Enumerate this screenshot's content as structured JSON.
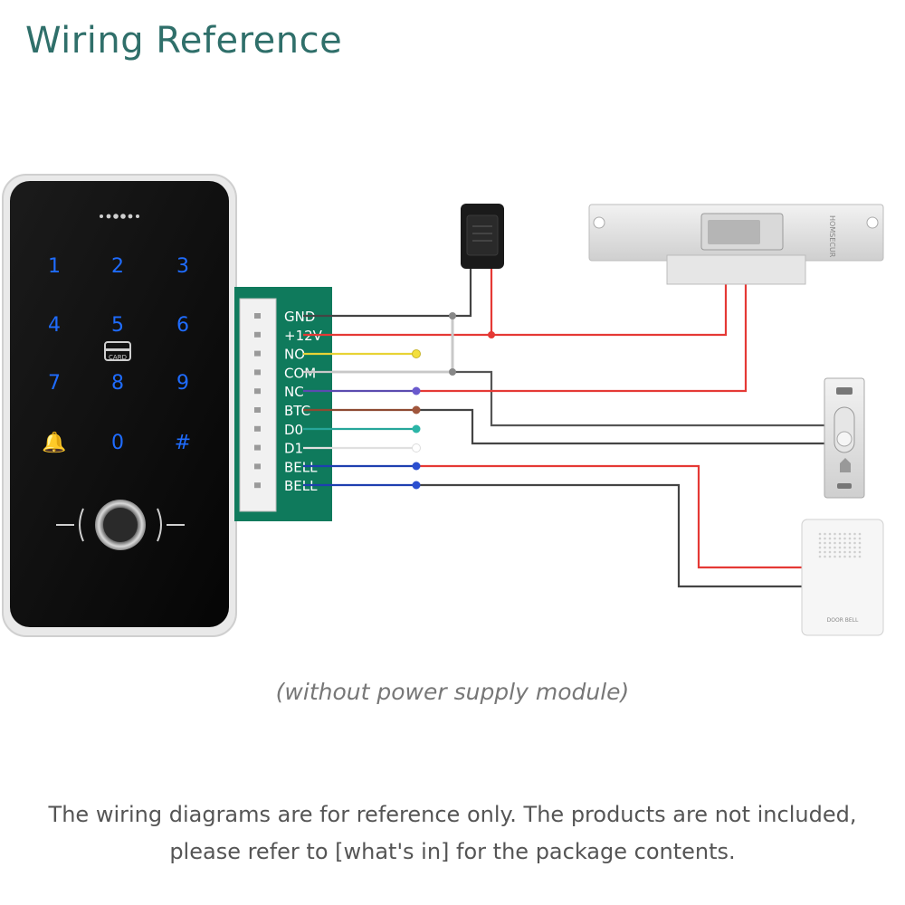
{
  "title": "Wiring Reference",
  "caption": "(without power supply module)",
  "note": {
    "line1": "The wiring diagrams are for reference only. The products are not included,",
    "line2": "please refer to [what's in] for the package contents."
  },
  "keypad": {
    "keys": [
      "1",
      "2",
      "3",
      "4",
      "5",
      "6",
      "7",
      "8",
      "9",
      "🔔",
      "0",
      "#"
    ],
    "card_label": "CARD"
  },
  "terminals": [
    {
      "label": "GND",
      "color": "#444444"
    },
    {
      "label": "+12V",
      "color": "#e53935"
    },
    {
      "label": "NO",
      "color": "#e8d335"
    },
    {
      "label": "COM",
      "color": "#c8c8c8"
    },
    {
      "label": "NC",
      "color": "#5b4bb0"
    },
    {
      "label": "BTC",
      "color": "#8d4a32"
    },
    {
      "label": "D0",
      "color": "#26a69a"
    },
    {
      "label": "D1",
      "color": "#eeeeee"
    },
    {
      "label": "BELL",
      "color": "#1e3fb0"
    },
    {
      "label": "BELL",
      "color": "#1e3fb0"
    }
  ],
  "strike": {
    "brand": "HOMSECUR"
  },
  "doorbell": {
    "label": "DOOR BELL"
  },
  "colors": {
    "title": "#2f6f6a",
    "pcb": "#0f7a5c",
    "wire_red": "#e53935",
    "wire_black": "#444444",
    "key_blue": "#1f6cff"
  }
}
